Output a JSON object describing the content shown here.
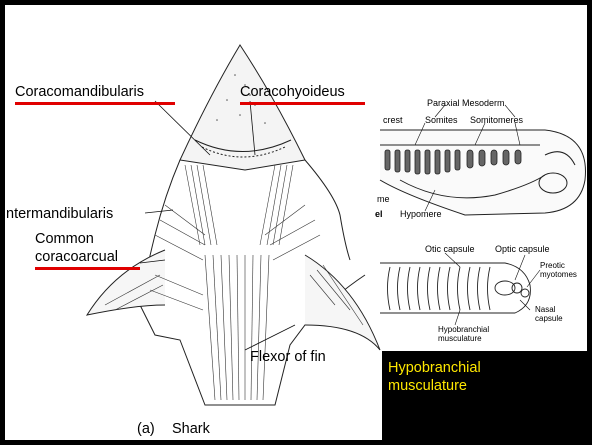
{
  "shark": {
    "coracomandibularis": "Coracomandibularis",
    "coracohyoideus": "Coracohyoideus",
    "intermandibularis": "Intermandibularis",
    "common": "Common",
    "coracoarcual": "coracoarcual",
    "flexor_of_fin": "Flexor of fin",
    "panel_letter": "(a)",
    "panel_name": "Shark"
  },
  "embryo_top": {
    "paraxial_mesoderm": "Paraxial Mesoderm",
    "crest": "crest",
    "somites": "Somites",
    "somitomeres": "Somitomeres",
    "me": "me",
    "hypomere": "Hypomere",
    "el_mark": "el"
  },
  "embryo_bottom": {
    "otic_capsule": "Otic capsule",
    "optic_capsule": "Optic capsule",
    "preotic_myotomes": "Preotic\nmyotomes",
    "nasal_capsule": "Nasal\ncapsule",
    "hypobranchial_label": "Hypobranchial\nmusculature"
  },
  "caption": "Hypobranchial\nmusculature",
  "colors": {
    "underline": "#e00000",
    "caption_text": "#ffe800",
    "caption_bg": "#000000"
  }
}
